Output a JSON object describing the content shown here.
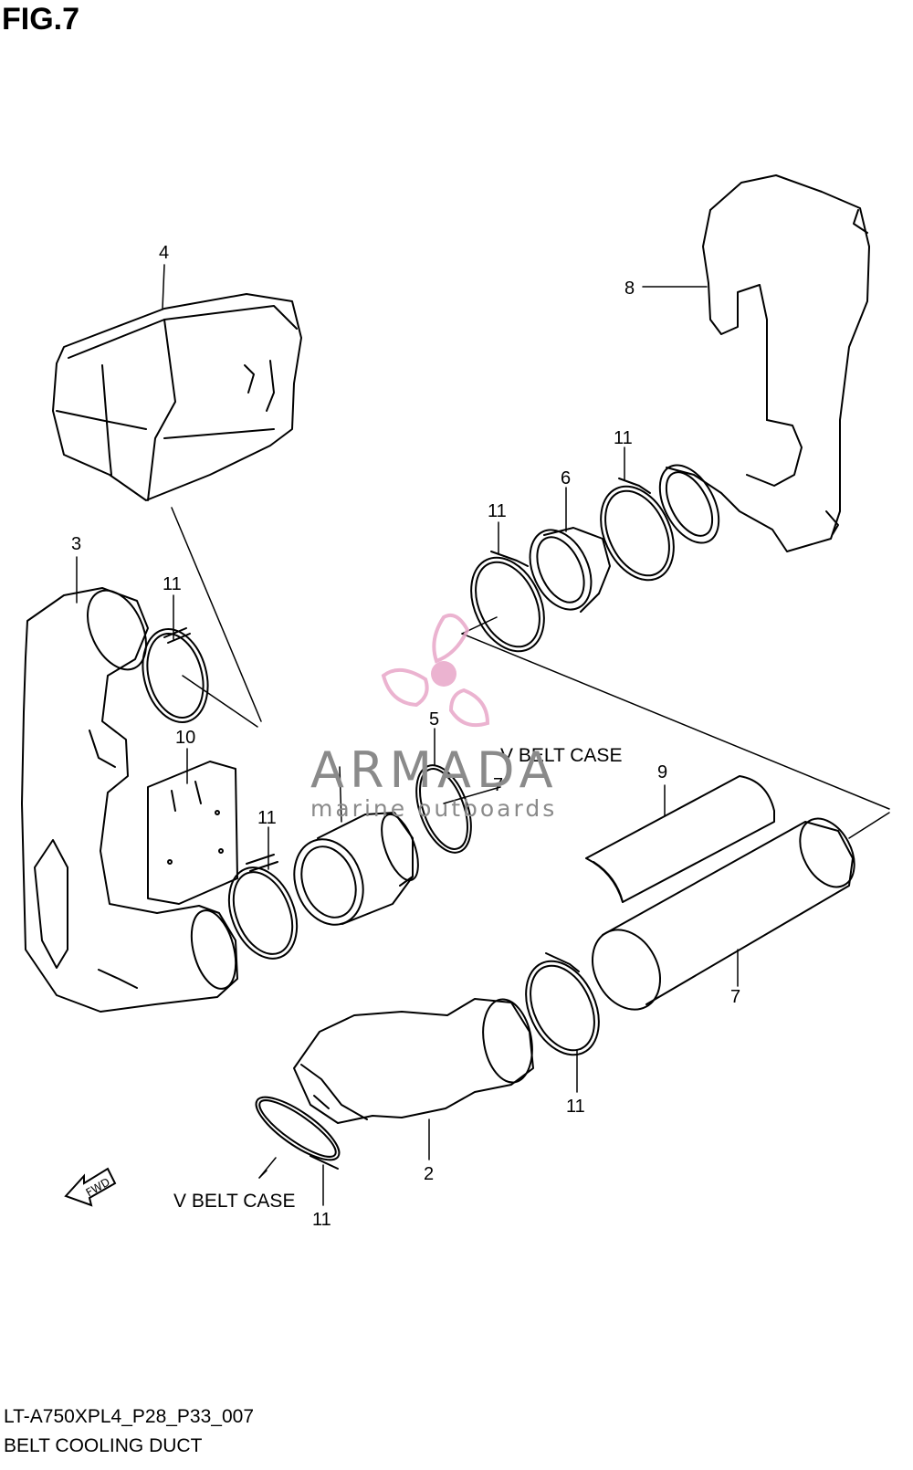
{
  "figure": {
    "title": "FIG.7"
  },
  "callouts": {
    "c2": "2",
    "c3": "3",
    "c4": "4",
    "c5": "5",
    "c6": "6",
    "c7a": "7",
    "c7b": "7",
    "c8": "8",
    "c9": "9",
    "c10": "10",
    "c11a": "11",
    "c11b": "11",
    "c11c": "11",
    "c11d": "11",
    "c11e": "11",
    "c11f": "11"
  },
  "notes": {
    "v_belt_case_top": "V BELT CASE",
    "v_belt_case_bottom": "V BELT CASE"
  },
  "fwd_label": "FWD",
  "watermark": {
    "brand": "ARMADA",
    "tagline": "marine outboards",
    "accent": "#e8a6c8"
  },
  "footer": {
    "code": "LT-A750XPL4_P28_P33_007",
    "caption": "BELT COOLING DUCT"
  },
  "colors": {
    "line": "#000000",
    "background": "#ffffff"
  }
}
